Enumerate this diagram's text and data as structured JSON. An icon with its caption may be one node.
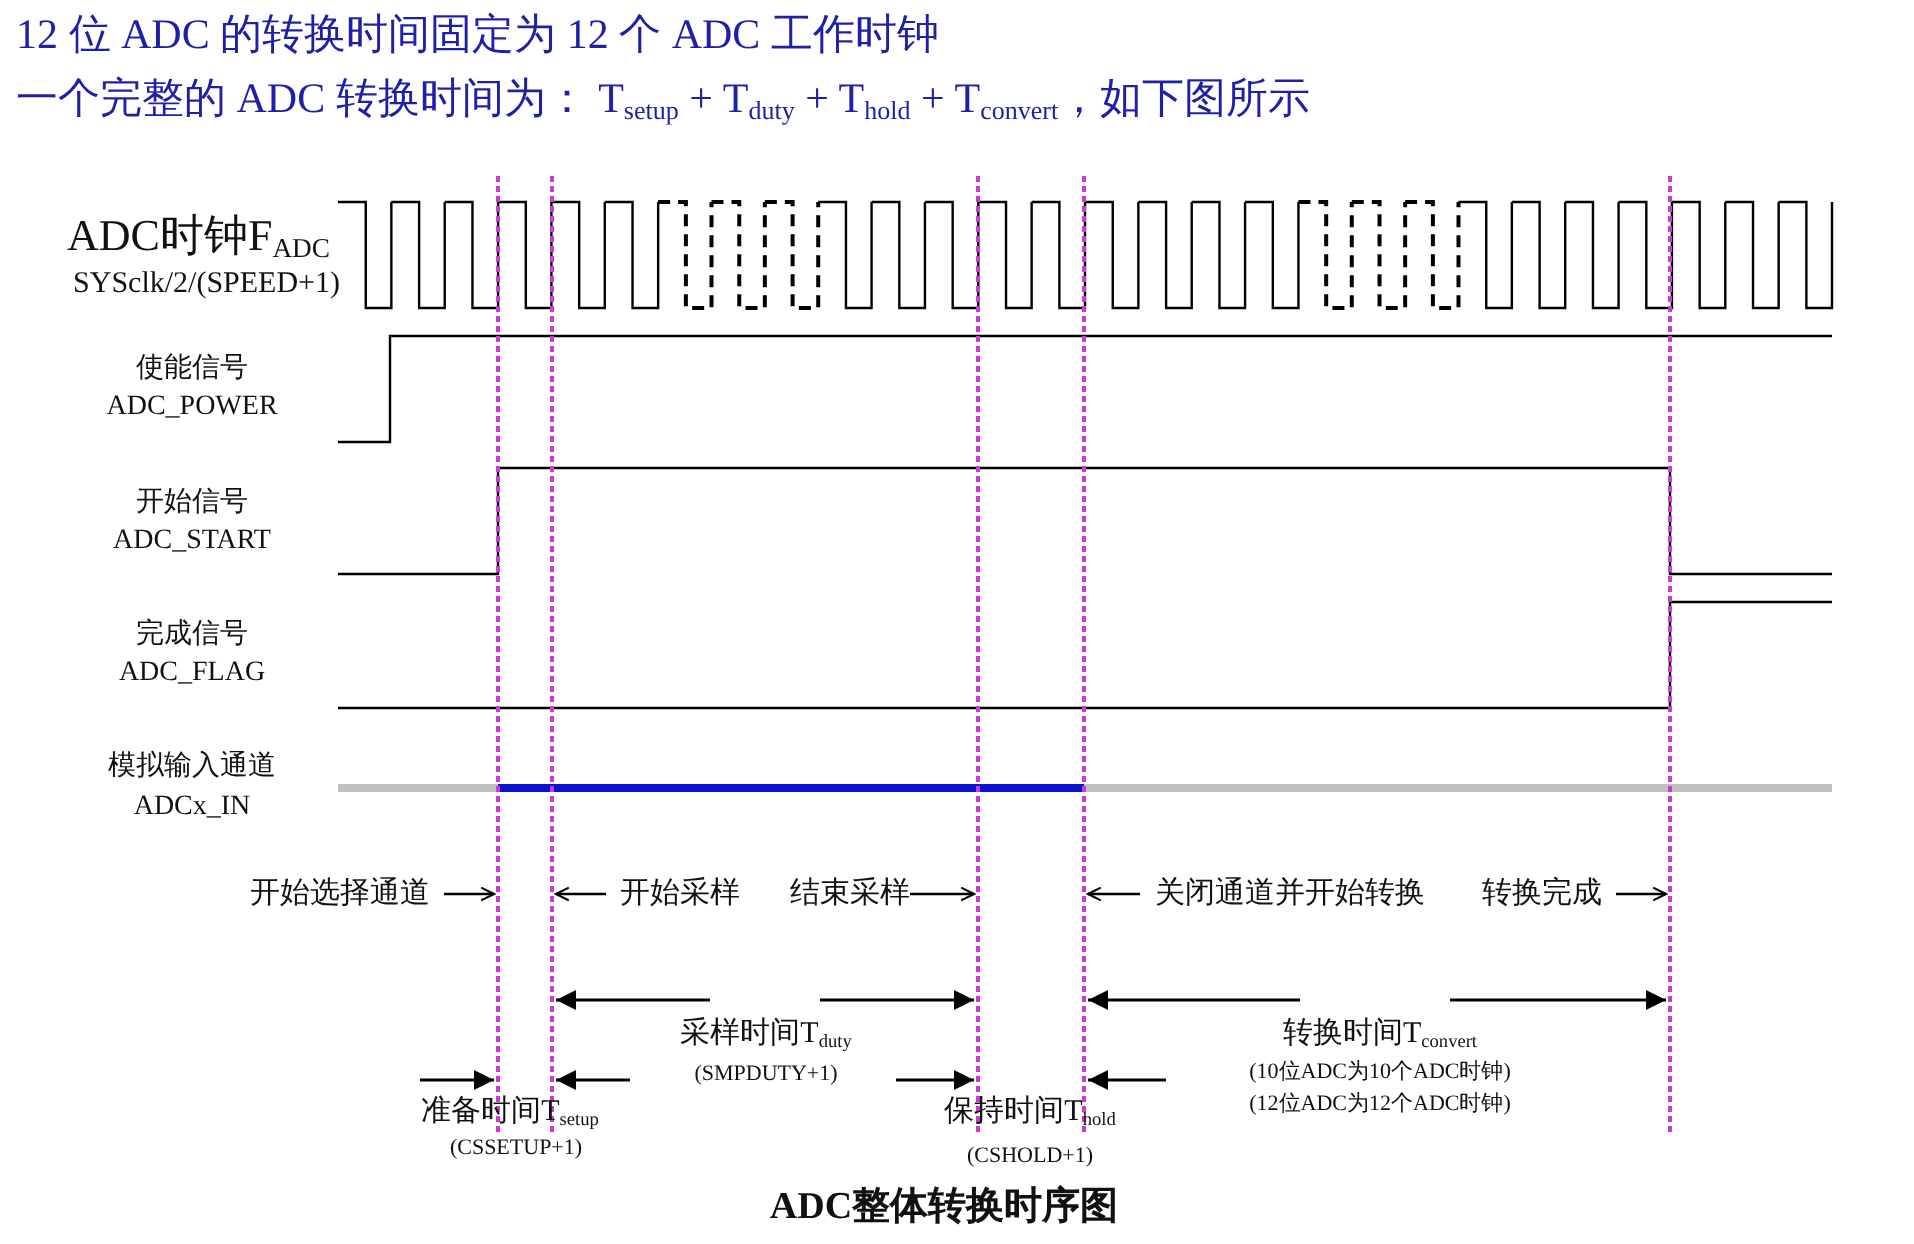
{
  "diagram": {
    "title": "12 位 ADC 的转换时间固定为 12 个 ADC 工作时钟",
    "caption": "ADC整体转换时序图",
    "labels": [
      "一个完整的 ADC 转换时间为：  T$_{setup}$ + T$_{duty}$ + T$_{hold}$ + T$_{convert}$，如下图所示",
      "ADC时钟F$_{ADC}$",
      "SYSclk/2/(SPEED+1)",
      "使能信号",
      "ADC_POWER",
      "开始信号",
      "ADC_START",
      "完成信号",
      "ADC_FLAG",
      "模拟输入通道",
      "ADCx_IN",
      "开始选择通道",
      "开始采样",
      "结束采样",
      "关闭通道并开始转换",
      "转换完成",
      "采样时间T$_{duty}$",
      "(SMPDUTY+1)",
      "转换时间T$_{convert}$",
      "(10位ADC为10个ADC时钟)",
      "(12位ADC为12个ADC时钟)",
      "准备时间T$_{setup}$",
      "(CSSETUP+1)",
      "保持时间T$_{hold}$",
      "(CSHOLD+1)"
    ]
  }
}
